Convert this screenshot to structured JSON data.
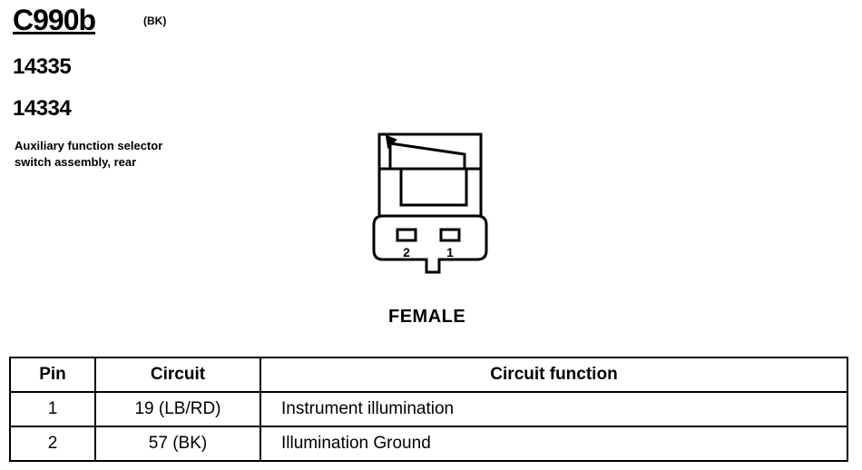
{
  "connector": {
    "id": "C990b",
    "color": "(BK)",
    "part_numbers": [
      "14335",
      "14334"
    ],
    "description_lines": [
      "Auxiliary function selector",
      "switch assembly, rear"
    ],
    "gender": "FEMALE",
    "pin_labels": [
      "2",
      "1"
    ]
  },
  "table": {
    "headers": {
      "pin": "Pin",
      "circuit": "Circuit",
      "function": "Circuit function"
    },
    "rows": [
      {
        "pin": "1",
        "circuit": "19 (LB/RD)",
        "function": "Instrument illumination"
      },
      {
        "pin": "2",
        "circuit": "57 (BK)",
        "function": "Illumination Ground"
      }
    ]
  }
}
